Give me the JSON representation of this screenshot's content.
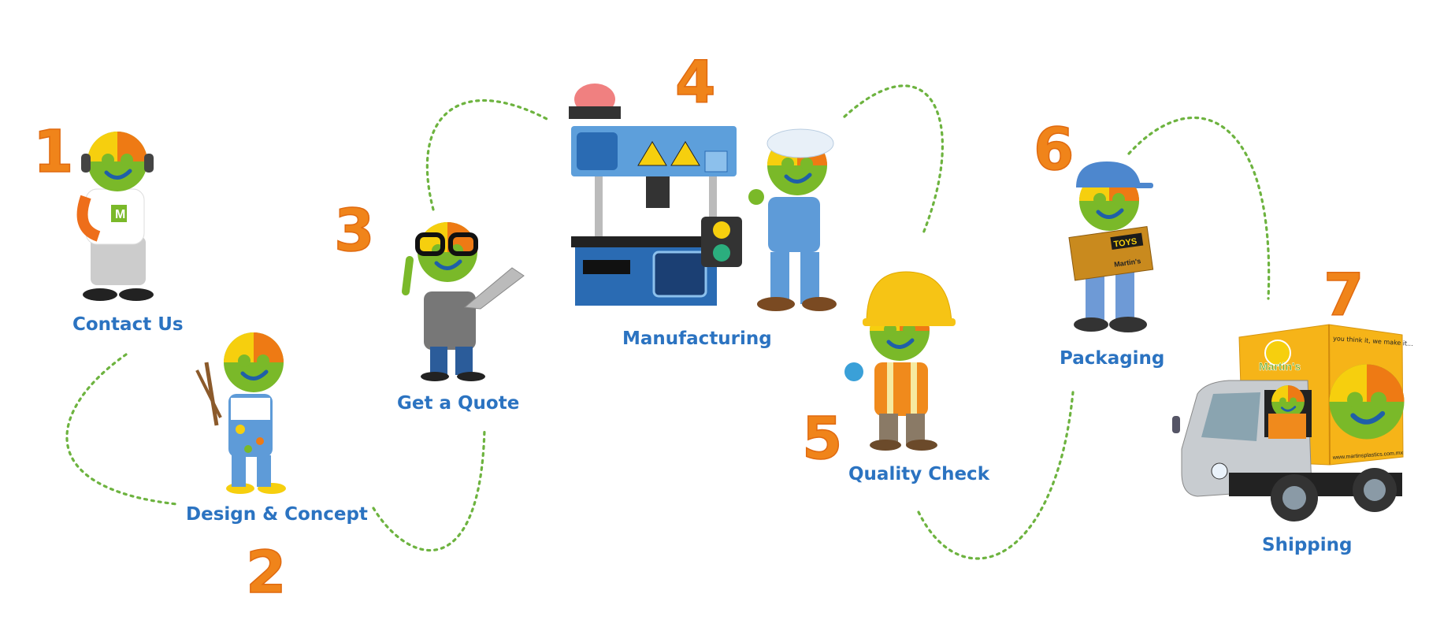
{
  "steps": [
    {
      "number": "1",
      "label": "Contact Us"
    },
    {
      "number": "2",
      "label": "Design & Concept"
    },
    {
      "number": "3",
      "label": "Get a Quote"
    },
    {
      "number": "4",
      "label": "Manufacturing"
    },
    {
      "number": "5",
      "label": "Quality Check"
    },
    {
      "number": "6",
      "label": "Packaging"
    },
    {
      "number": "7",
      "label": "Shipping"
    }
  ],
  "truck": {
    "brand": "Martin's",
    "slogan": "you think it, we make it...",
    "website": "www.martinsplastics.com.mx"
  },
  "box": {
    "label": "TOYS",
    "brand": "Martin's"
  },
  "shirt_letter": "M",
  "colors": {
    "number": "#F0841A",
    "label": "#2B73C1",
    "path": "#6DB33F",
    "head_green": "#7AB929",
    "head_orange": "#EE7A14",
    "head_yellow": "#F6CF0E"
  }
}
